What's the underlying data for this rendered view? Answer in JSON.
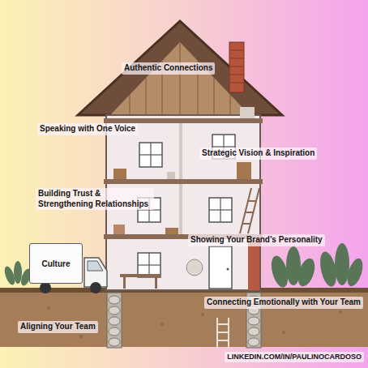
{
  "diagram": {
    "nodes": [
      {
        "text": [
          "Culture"
        ]
      }
    ],
    "labels": [
      "Authentic Connections",
      "Speaking with One Voice",
      "Strategic Vision & Inspiration",
      "Building Trust & Strengthening Relationships",
      "Showing Your Brand’s Personality",
      "Connecting Emotionally with Your Team",
      "Aligning Your Team",
      "LINKEDIN.COM/IN/PAULINOCARDOSO"
    ]
  }
}
